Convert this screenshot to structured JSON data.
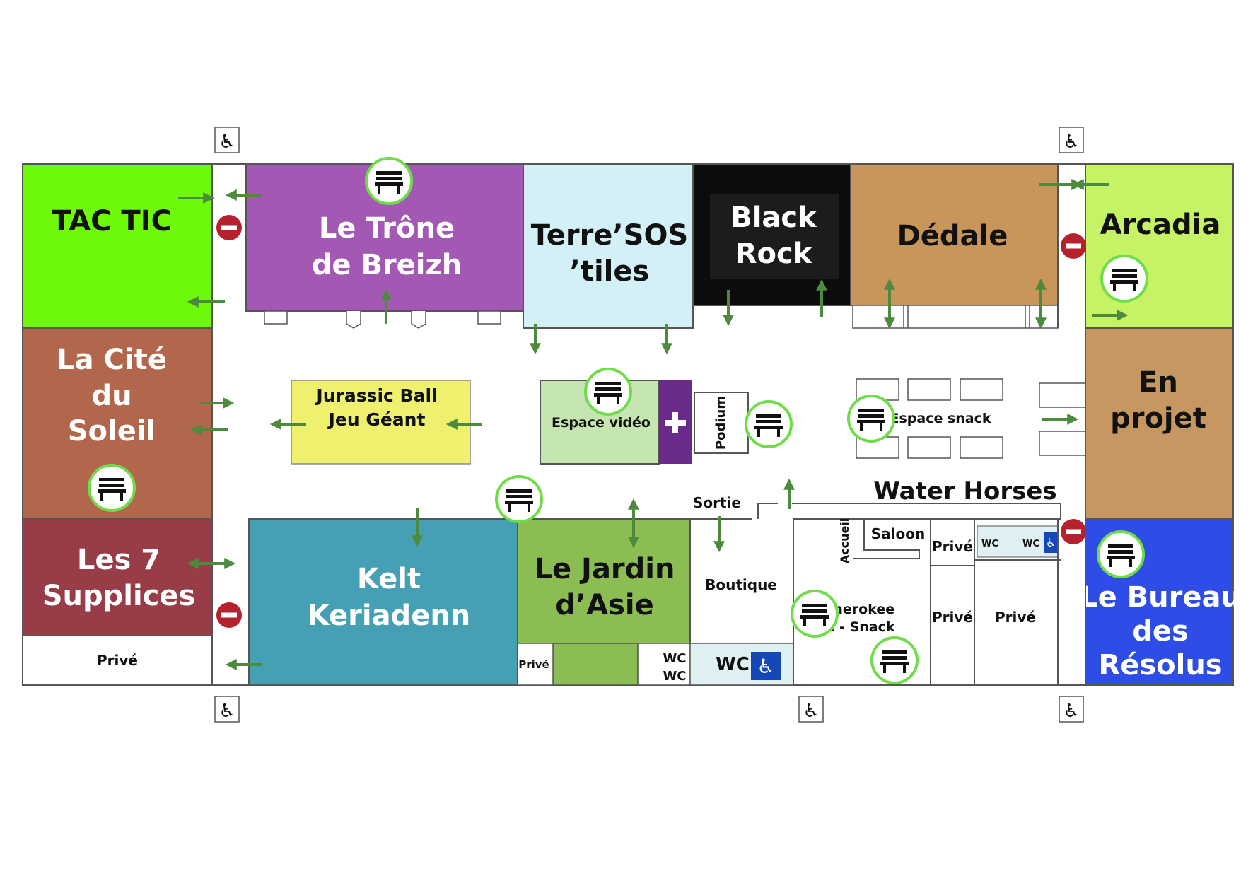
{
  "rooms": {
    "tac_tic": {
      "label": "TAC TIC",
      "color": "#6ef80a"
    },
    "trone": {
      "line1": "Le Trône",
      "line2": "de Breizh",
      "color": "#a359b4"
    },
    "terre": {
      "line1": "Terre’SOS",
      "line2": "’tiles",
      "color": "#d2f0f6"
    },
    "black_rock": {
      "line1": "Black",
      "line2": "Rock",
      "color": "#0c0c0c"
    },
    "dedale": {
      "label": "Dédale",
      "color": "#c8955b"
    },
    "arcadia": {
      "label": "Arcadia",
      "color": "#c5f365"
    },
    "cite": {
      "line1": "La Cité",
      "line2": "du",
      "line3": "Soleil",
      "color": "#b2664b"
    },
    "en_projet": {
      "line1": "En",
      "line2": "projet",
      "color": "#c79762"
    },
    "supplices": {
      "line1": "Les 7",
      "line2": "Supplices",
      "color": "#983c48"
    },
    "kelt": {
      "line1": "Kelt",
      "line2": "Keriadenn",
      "color": "#44a0b2"
    },
    "jardin": {
      "line1": "Le Jardin",
      "line2": "d’Asie",
      "color": "#8cbd53"
    },
    "bureau": {
      "line1": "Le Bureau",
      "line2": "des",
      "line3": "Résolus",
      "color": "#2d4de6"
    }
  },
  "areas": {
    "jurassic_line1": "Jurassic Ball",
    "jurassic_line2": "Jeu Géant",
    "espace_video": "Espace vidéo",
    "podium": "Podium",
    "espace_snack": "Espace snack",
    "water_horses": "Water Horses",
    "sortie": "Sortie",
    "saloon": "Saloon",
    "accueil": "Accueil",
    "boutique": "Boutique",
    "cherokee_line1": "Le Cherokee",
    "cherokee_line2": "Café - Snack",
    "prive": "Privé",
    "wc": "WC"
  },
  "colors": {
    "wall": "#555555",
    "arrow": "#4e8a3e",
    "no_entry": "#b5222e",
    "bench_ring": "#6fdc4a",
    "jurassic": "#eef06e",
    "video": "#c5e6b0",
    "video_purple": "#6a2a8a",
    "wc_blue": "#1547b8",
    "wc_bg": "#dff0f3"
  },
  "icons": [
    "bench-icon",
    "no-entry-icon",
    "accessible-icon",
    "assist-icon",
    "arrow-icon",
    "plus-icon"
  ]
}
